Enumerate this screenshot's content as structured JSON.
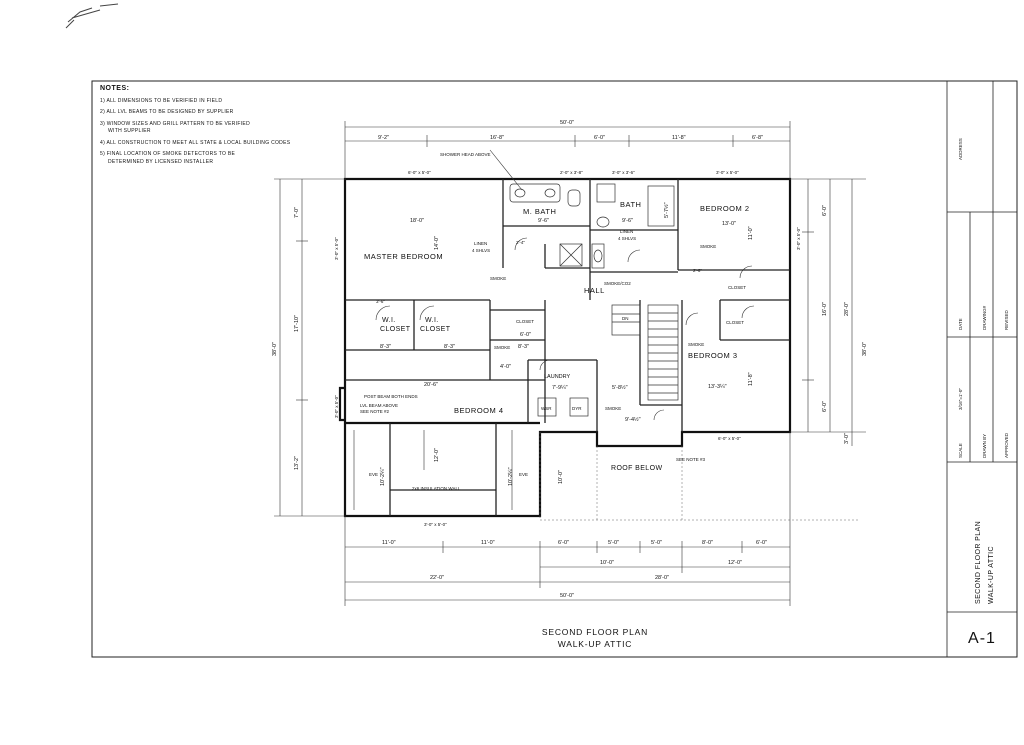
{
  "notes": {
    "header": "NOTES:",
    "items": [
      [
        "1) ALL DIMENSIONS TO BE VERIFIED IN FIELD"
      ],
      [
        "2) ALL LVL BEAMS TO BE DESIGNED BY SUPPLIER"
      ],
      [
        "3) WINDOW SIZES AND GRILL PATTERN TO BE VERIFIED",
        "WITH SUPPLIER"
      ],
      [
        "4) ALL CONSTRUCTION TO MEET ALL STATE & LOCAL BUILDING CODES"
      ],
      [
        "5) FINAL LOCATION OF SMOKE DETECTORS TO BE",
        "DETERMINED BY LICENSED INSTALLER"
      ]
    ]
  },
  "title_block": {
    "address": "ADDRESS",
    "date": "DATE",
    "drawing": "DRAWING#",
    "revised": "REVISED",
    "scale_label": "SCALE",
    "scale_value": "3/16\"=1'-0\"",
    "drawn_by": "DRAWN BY",
    "approved": "APPROVED",
    "title_line1": "SECOND FLOOR PLAN",
    "title_line2": "WALK-UP ATTIC",
    "sheet": "A-1"
  },
  "caption": {
    "line1": "SECOND FLOOR PLAN",
    "line2": "WALK-UP ATTIC"
  },
  "rooms": {
    "master_bedroom": "MASTER BEDROOM",
    "m_bath": "M. BATH",
    "bath": "BATH",
    "bedroom2": "BEDROOM 2",
    "bedroom3": "BEDROOM 3",
    "bedroom4": "BEDROOM 4",
    "hall": "HALL",
    "wi": "W.I.",
    "closet": "CLOSET",
    "laundry": "LAUNDRY",
    "roof_below": "ROOF BELOW",
    "eve": "EVE",
    "insulation_wall": "2x6 INSULATION WALL",
    "closet_small": "CLOSET",
    "linen": "LINEN",
    "shelves": "4 SHLVS",
    "smoke": "SMOKE",
    "smoke_co": "SMOKE/CO2",
    "dn": "DN",
    "wsr": "WSR",
    "dyr": "DYR",
    "shower_head": "SHOWER HEAD ABOVE",
    "post_beam": "POST BEAM BOTH ENDS",
    "lvl_beam": "LVL BEAM ABOVE",
    "see_note2": "SEE NOTE #2",
    "see_note3": "SEE NOTE #3"
  },
  "dims": {
    "overall_top": "50'-0\"",
    "top_segments": [
      "9'-2\"",
      "16'-8\"",
      "6'-0\"",
      "11'-8\"",
      "6'-8\""
    ],
    "windows": [
      "6'-0\" x 5'-0\"",
      "2'-0\" x 3'-8\"",
      "3'-0\" x 3'-6\"",
      "3'-0\" x 5'-0\"",
      "6'-0\" x 5'-0\"",
      "3'-0\" x 5'-0\"",
      "3'-0\" x 5'-0\"",
      "3'-0\" x 5'-0\"",
      "3'-0\" x 5'-0\""
    ],
    "master_w": "18'-0\"",
    "master_d": "14'-0\"",
    "mbath": "9'-6\"",
    "bath_w": "9'-6\"",
    "bath_d": "5'-7½\"",
    "bed2_w": "13'-0\"",
    "bed2_d": "11'-0\"",
    "bed3_w": "13'-3¼\"",
    "bed3_d": "11'-8\"",
    "bed4_w": "20'-6\"",
    "closet_a": "8'-3\"",
    "closet_b": "8'-3\"",
    "closet_c": "8'-3\"",
    "laundry_w": "7'-9¼\"",
    "hall_w": "5'-8½\"",
    "stair_w": "9'-4½\"",
    "small_a": "4'-0\"",
    "small_b": "6'-0\"",
    "door_a": "2'-6\"",
    "door_b": "3'-6\"",
    "door_c": "2'-4\"",
    "eve_a": "10'-2¼\"",
    "eve_b": "10'-2¼\"",
    "eve_c": "10'-0\"",
    "bed4_d": "12'-0\"",
    "left_segments": [
      "7'-0\"",
      "17'-10\"",
      "13'-2\""
    ],
    "left_overall": "38'-0\"",
    "right_segments": [
      "6'-0\"",
      "16'-0\"",
      "6'-0\"",
      "3'-0\""
    ],
    "right_mid": "28'-0\"",
    "right_overall": "38'-0\"",
    "bottom_segments": [
      "11'-0\"",
      "11'-0\"",
      "6'-0\"",
      "5'-0\"",
      "5'-0\"",
      "8'-0\"",
      "6'-0\""
    ],
    "bottom_mid": [
      "10'-0\"",
      "12'-0\""
    ],
    "bottom_pair": [
      "22'-0\"",
      "28'-0\""
    ],
    "bottom_overall": "50'-0\""
  }
}
